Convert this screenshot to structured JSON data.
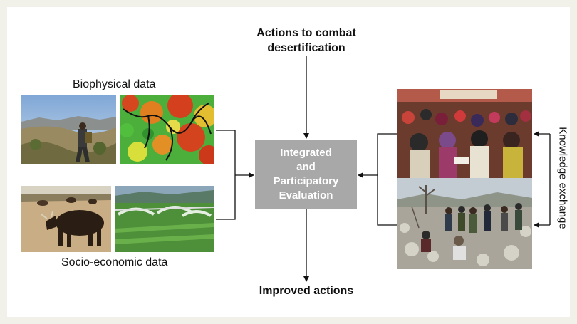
{
  "top_label": "Actions to combat desertification",
  "top_label_lines": [
    "Actions to combat",
    "desertification"
  ],
  "biophysical_label": "Biophysical data",
  "socio_label": "Socio-economic data",
  "center_box_lines": [
    "Integrated",
    "and",
    "Participatory",
    "Evaluation"
  ],
  "bottom_label": "Improved actions",
  "right_label": "Knowledge exchange",
  "colors": {
    "center_box": "#a8a8a8",
    "background": "#f1f1ea"
  }
}
